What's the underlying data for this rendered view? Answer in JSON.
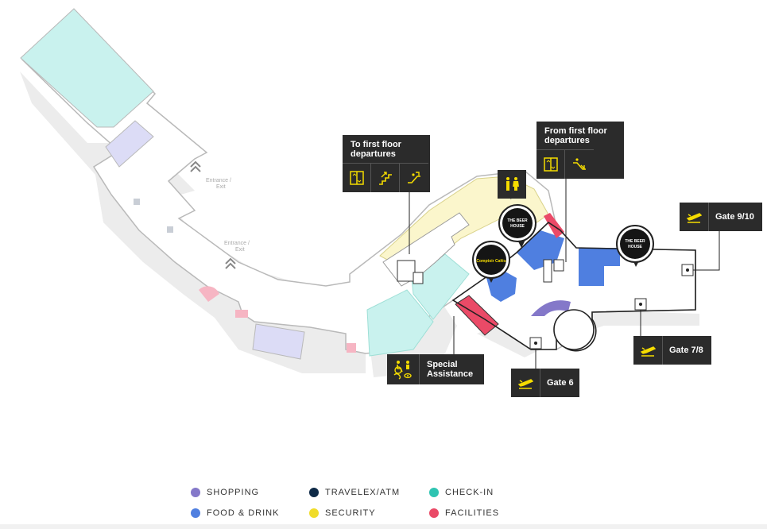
{
  "colors": {
    "shopping": "#8478c9",
    "food": "#4f7fe0",
    "travelex": "#0e2a47",
    "checkin": "#2fc4b2",
    "security": "#f0dc2a",
    "facilities": "#ea4a67",
    "checkin_area": "#c9f2ee",
    "shopping_area": "#dcdcf6",
    "security_area": "#fbf6cc",
    "callout_bg": "#2b2b2b",
    "icon_yellow": "#f5dc00"
  },
  "entrances": [
    {
      "label_line1": "Entrance /",
      "label_line2": "Exit"
    },
    {
      "label_line1": "Entrance /",
      "label_line2": "Exit"
    }
  ],
  "callouts": {
    "first_floor_to": {
      "title": "To first floor\ndepartures",
      "icons": [
        "lift-icon",
        "stairs-icon",
        "escalator-icon"
      ]
    },
    "first_floor_from": {
      "title": "From first floor\ndepartures",
      "icons": [
        "lift-icon",
        "escalator-icon"
      ]
    },
    "special_assistance": {
      "title": "Special\nAssistance",
      "icons": [
        "accessibility-icon"
      ]
    },
    "toilets": {
      "icons": [
        "toilets-icon"
      ]
    }
  },
  "gates": [
    {
      "id": "gate-9-10",
      "label": "Gate 9/10",
      "icon": "plane-icon"
    },
    {
      "id": "gate-7-8",
      "label": "Gate 7/8",
      "icon": "plane-icon"
    },
    {
      "id": "gate-6",
      "label": "Gate 6",
      "icon": "plane-icon"
    }
  ],
  "pois": {
    "beer_house_1": {
      "line1": "THE BEER",
      "line2": "HOUSE"
    },
    "beer_house_2": {
      "line1": "THE BEER",
      "line2": "HOUSE"
    },
    "costa": {
      "label": "Comptoir Cafés"
    }
  },
  "legend": [
    {
      "key": "shopping",
      "label": "SHOPPING"
    },
    {
      "key": "travelex",
      "label": "TRAVELEX/ATM"
    },
    {
      "key": "checkin",
      "label": "CHECK-IN"
    },
    {
      "key": "food",
      "label": "FOOD & DRINK"
    },
    {
      "key": "security",
      "label": "SECURITY"
    },
    {
      "key": "facilities",
      "label": "FACILITIES"
    }
  ]
}
